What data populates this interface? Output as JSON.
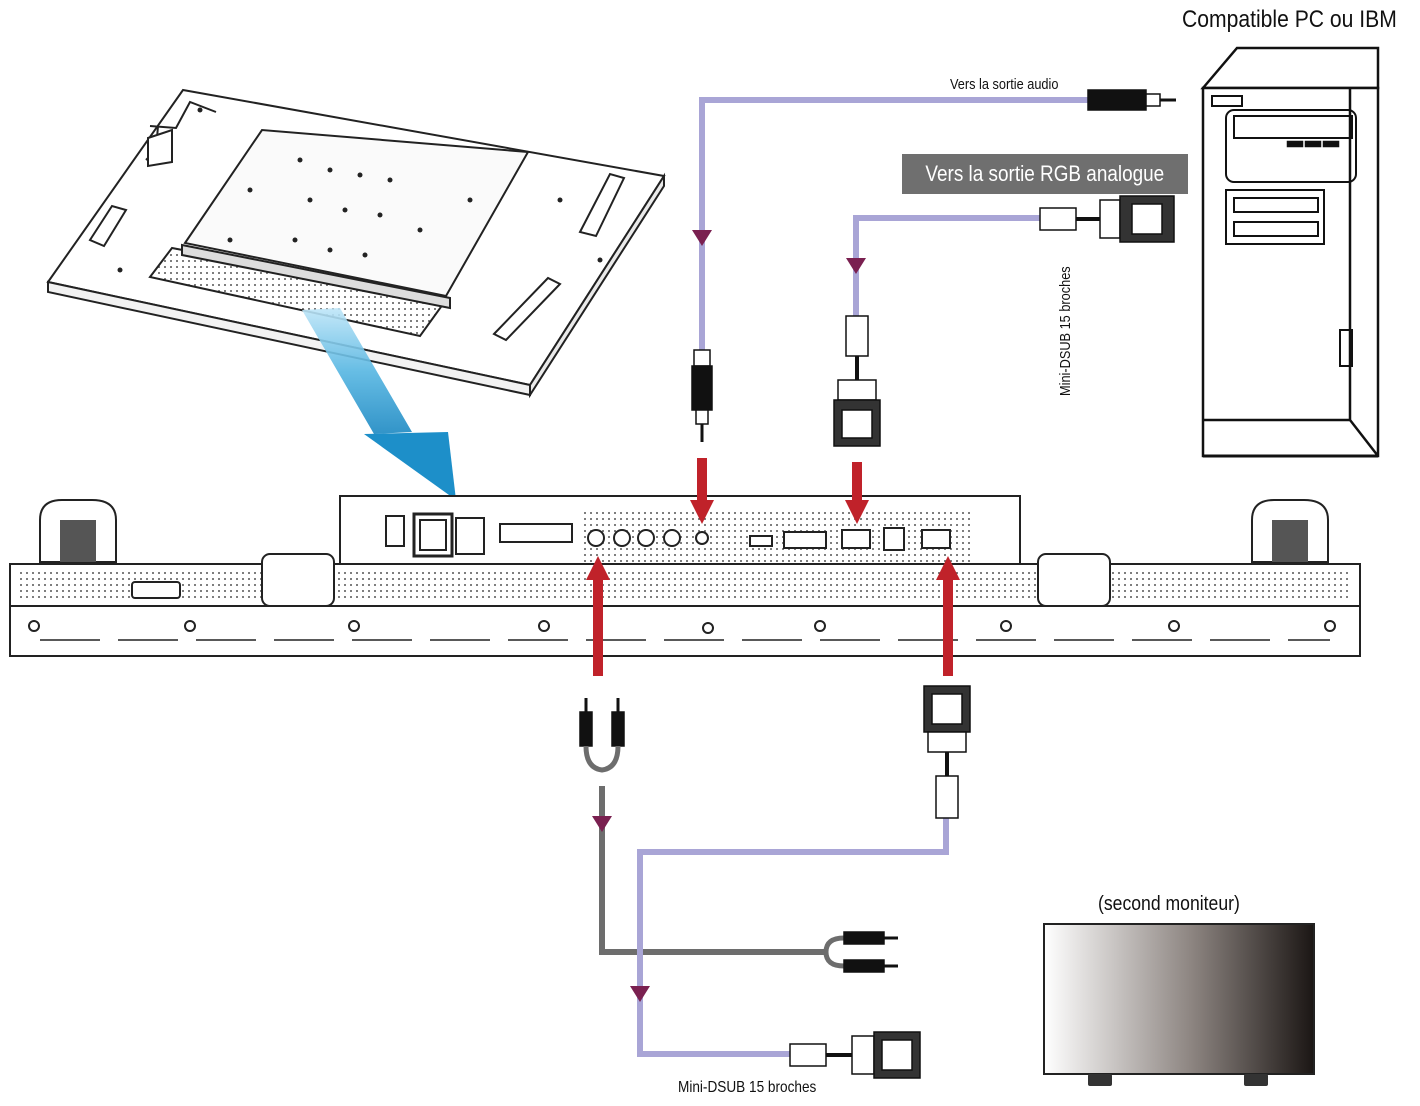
{
  "labels": {
    "pc_title": "Compatible PC ou IBM",
    "audio_out": "Vers la sortie audio",
    "rgb_out": "Vers la sortie RGB analogue",
    "dsub_top": "Mini-DSUB 15 broches",
    "second_monitor": "(second moniteur)",
    "dsub_bottom": "Mini-DSUB 15 broches"
  },
  "colors": {
    "cable_signal": "#a9a5d6",
    "cable_audio": "#6d6d6d",
    "arrow_red": "#c0222a",
    "arrow_head_purple": "#7a2050",
    "label_box": "#6f6f6f",
    "display_frame": "#222222",
    "blue_arrow": "#2b9ad0"
  },
  "icons": [
    "tower-pc-icon",
    "display-rear-perspective",
    "display-rear-panel",
    "audio-jack-plug-icon",
    "vga-connector-icon",
    "rca-plug-icon",
    "second-monitor-icon"
  ]
}
